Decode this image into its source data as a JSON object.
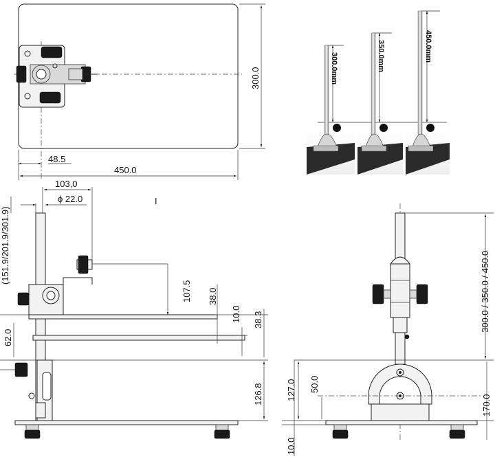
{
  "top_view": {
    "dim_height": "300.0",
    "dim_width": "450.0",
    "dim_offset": "48.5"
  },
  "photos": {
    "labels": [
      "300.0mm",
      "350.0mm",
      "450.0mm"
    ]
  },
  "side_view": {
    "dim_reach": "103,0",
    "dim_diameter": "ϕ 22.0",
    "dim_pole_lengths": "(151.9/201.9/301.9)",
    "dim_arm_drop": "107.5",
    "dim_arm_gap": "38.0",
    "dim_plate": "10.0",
    "dim_total": "38.3",
    "dim_base_gap": "62.0",
    "dim_column": "126.8",
    "marker": "I"
  },
  "front_view": {
    "dim_pole": "300.0 / 350.0 / 450.0",
    "dim_base_height": "127.0",
    "dim_arc": "50.0",
    "dim_right": "170.0",
    "dim_foot": "10.0"
  }
}
